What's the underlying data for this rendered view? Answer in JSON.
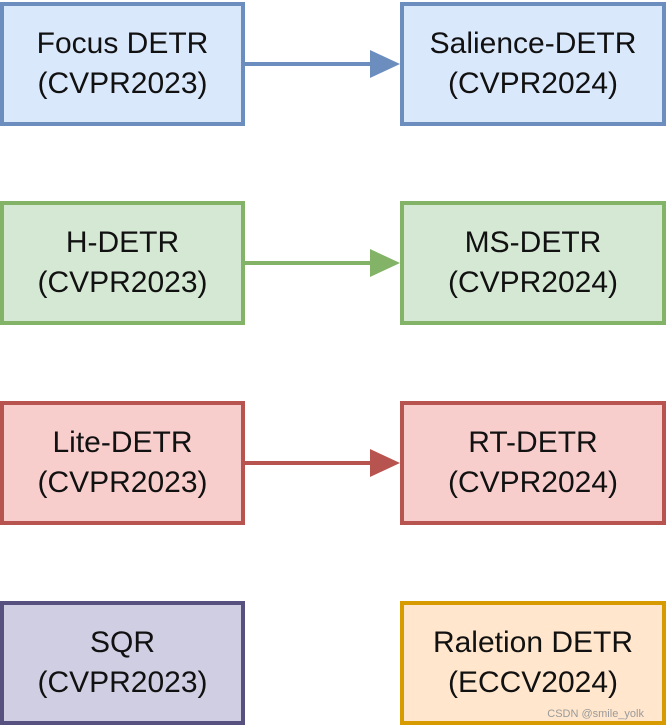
{
  "colors": {
    "blue": {
      "fill": "#dae8fc",
      "stroke": "#6c8ebf"
    },
    "green": {
      "fill": "#d5e8d4",
      "stroke": "#82b366"
    },
    "red": {
      "fill": "#f8cecc",
      "stroke": "#b85450"
    },
    "purple": {
      "fill": "#d0cee2",
      "stroke": "#56517e"
    },
    "orange": {
      "fill": "#ffe6cc",
      "stroke": "#d79b00"
    }
  },
  "rows": [
    {
      "left": {
        "name": "Focus DETR",
        "venue": "(CVPR2023)",
        "color": "blue"
      },
      "right": {
        "name": "Salience-DETR",
        "venue": "(CVPR2024)",
        "color": "blue"
      },
      "arrow": true,
      "arrow_color": "blue"
    },
    {
      "left": {
        "name": "H-DETR",
        "venue": "(CVPR2023)",
        "color": "green"
      },
      "right": {
        "name": "MS-DETR",
        "venue": "(CVPR2024)",
        "color": "green"
      },
      "arrow": true,
      "arrow_color": "green"
    },
    {
      "left": {
        "name": "Lite-DETR",
        "venue": "(CVPR2023)",
        "color": "red"
      },
      "right": {
        "name": "RT-DETR",
        "venue": "(CVPR2024)",
        "color": "red"
      },
      "arrow": true,
      "arrow_color": "red"
    },
    {
      "left": {
        "name": "SQR",
        "venue": "(CVPR2023)",
        "color": "purple"
      },
      "right": {
        "name": "Raletion DETR",
        "venue": "(ECCV2024)",
        "color": "orange"
      },
      "arrow": false
    }
  ],
  "watermark": "CSDN @smile_yolk"
}
